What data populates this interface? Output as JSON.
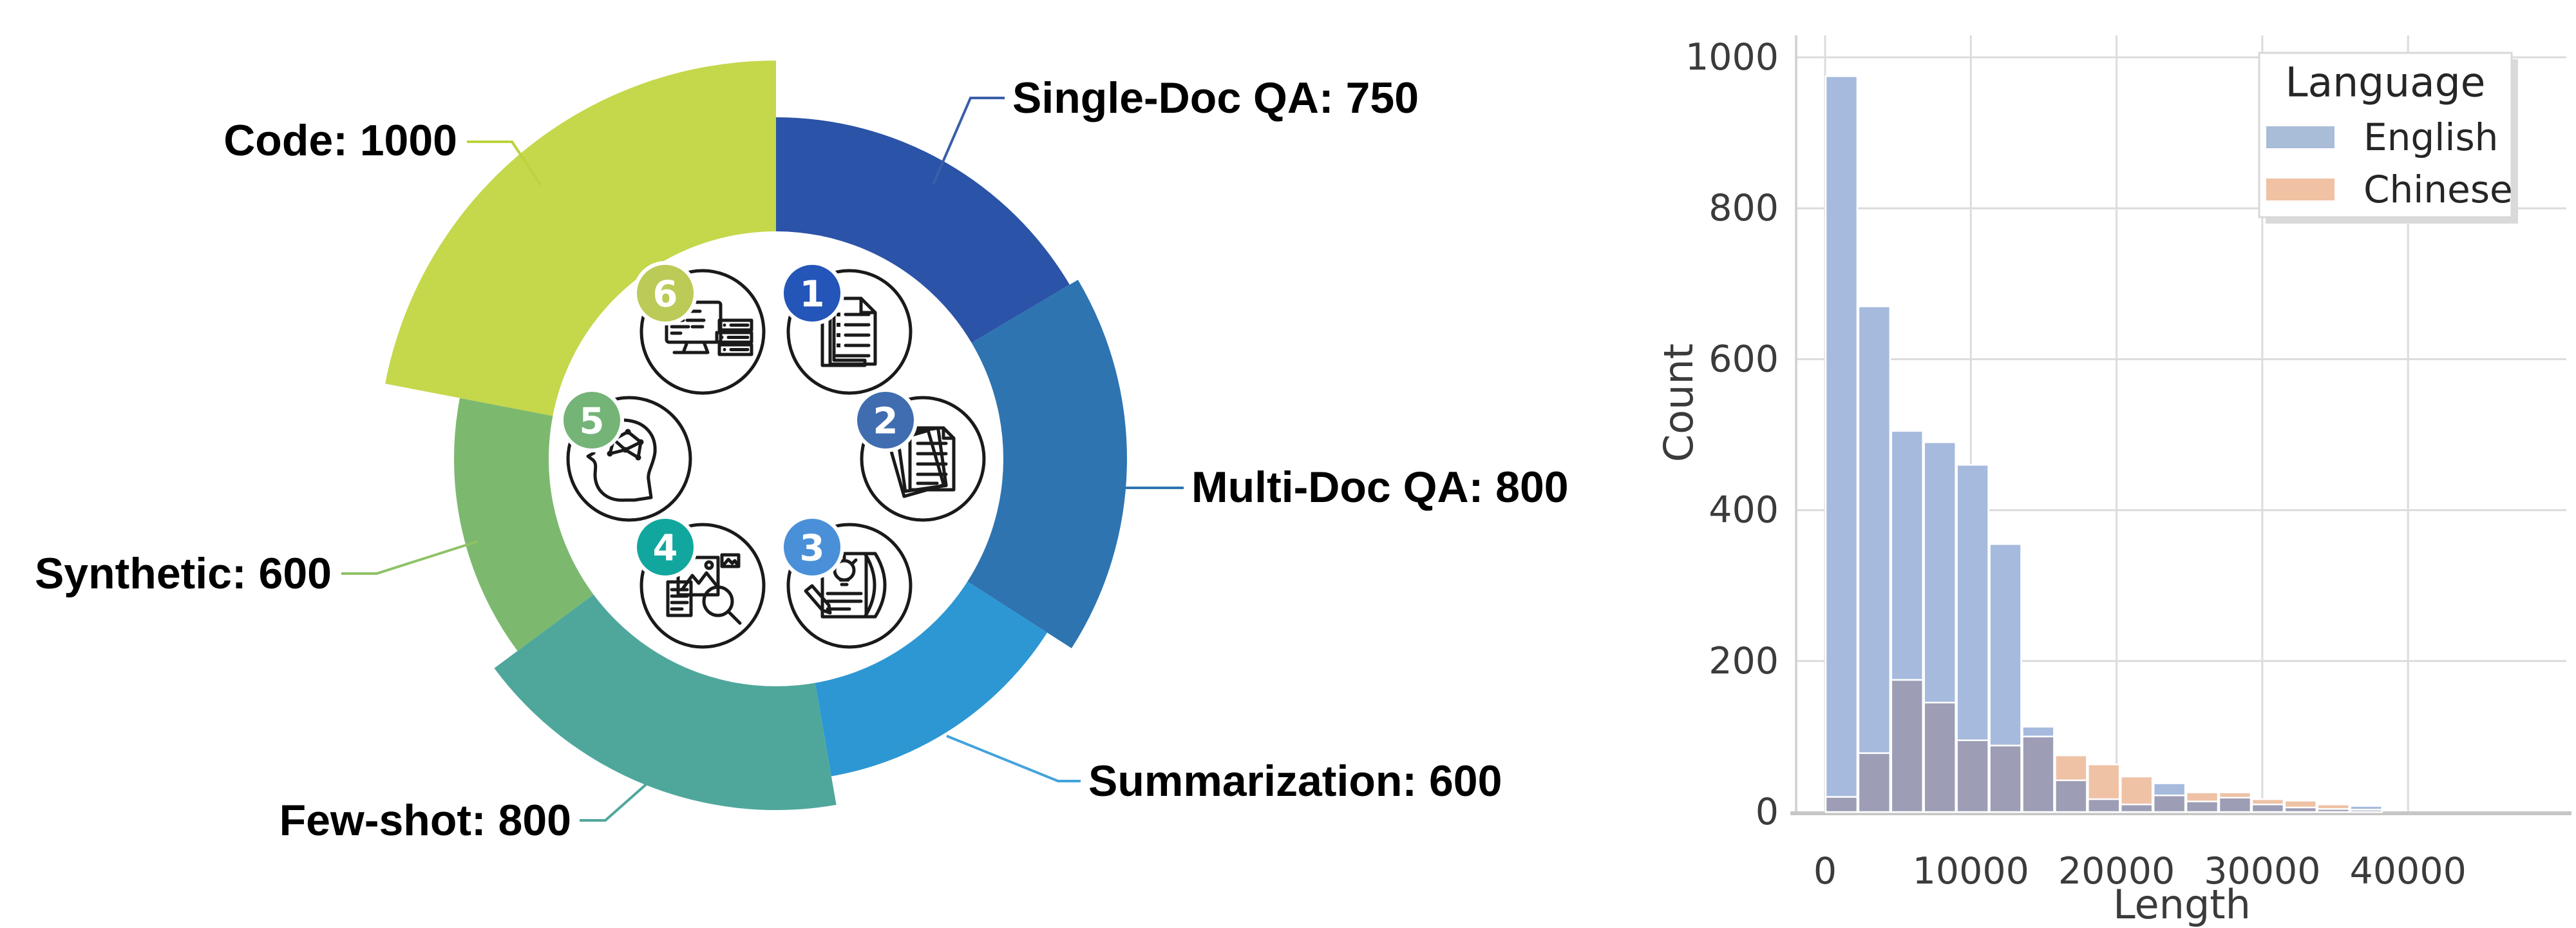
{
  "donut": {
    "total_label": "",
    "segments": [
      {
        "badge": "1",
        "label": "Single-Doc QA",
        "value": 750,
        "callout": "Single-Doc QA: 750",
        "color": "#2b53a7",
        "badge_color": "#2455b8",
        "leader_color": "#3a5fa8",
        "icon": "single-doc-icon"
      },
      {
        "badge": "2",
        "label": "Multi-Doc QA",
        "value": 800,
        "callout": "Multi-Doc QA: 800",
        "color": "#2e74b1",
        "badge_color": "#3f6db0",
        "leader_color": "#2e74b1",
        "icon": "multi-doc-icon"
      },
      {
        "badge": "3",
        "label": "Summarization",
        "value": 600,
        "callout": "Summarization: 600",
        "color": "#2d97d3",
        "badge_color": "#4a90d9",
        "leader_color": "#42a3dc",
        "icon": "summarization-icon"
      },
      {
        "badge": "4",
        "label": "Few-shot",
        "value": 800,
        "callout": "Few-shot: 800",
        "color": "#4fa79c",
        "badge_color": "#12a79e",
        "leader_color": "#4fa79c",
        "icon": "few-shot-icon"
      },
      {
        "badge": "5",
        "label": "Synthetic",
        "value": 600,
        "callout": "Synthetic: 600",
        "color": "#7cb96f",
        "badge_color": "#74b477",
        "leader_color": "#8fc266",
        "icon": "synthetic-icon"
      },
      {
        "badge": "6",
        "label": "Code",
        "value": 1000,
        "callout": "Code: 1000",
        "color": "#c5d74b",
        "badge_color": "#bcca58",
        "leader_color": "#bcd23e",
        "icon": "code-icon"
      }
    ]
  },
  "chart_data": {
    "type": "histogram",
    "title": "",
    "xlabel": "Length",
    "ylabel": "Count",
    "xticks": [
      0,
      10000,
      20000,
      30000,
      40000
    ],
    "yticks": [
      0,
      200,
      400,
      600,
      800,
      1000
    ],
    "xlim": [
      -2000,
      51000
    ],
    "ylim": [
      0,
      1040
    ],
    "grid": true,
    "bin_width": 2250,
    "bin_starts": [
      0,
      2250,
      4500,
      6750,
      9000,
      11250,
      13500,
      15750,
      18000,
      20250,
      22500,
      24750,
      27000,
      29250,
      31500,
      33750,
      36000
    ],
    "series": [
      {
        "name": "English",
        "values": [
          975,
          670,
          505,
          490,
          460,
          355,
          113,
          42,
          17,
          10,
          38,
          14,
          19,
          10,
          6,
          4,
          8
        ]
      },
      {
        "name": "Chinese",
        "values": [
          20,
          78,
          175,
          145,
          95,
          88,
          100,
          75,
          63,
          47,
          22,
          26,
          26,
          17,
          15,
          10,
          3
        ]
      }
    ],
    "bar_colors": {
      "english_fill": "#a5badd",
      "chinese_fill": "#efc2a6",
      "overlap_fill": "#9d9db6"
    },
    "legend": {
      "title": "Language",
      "position": "upper right",
      "entries": [
        {
          "label": "English",
          "swatch_color": "#a9bcd8"
        },
        {
          "label": "Chinese",
          "swatch_color": "#f0c1a3"
        }
      ]
    }
  }
}
